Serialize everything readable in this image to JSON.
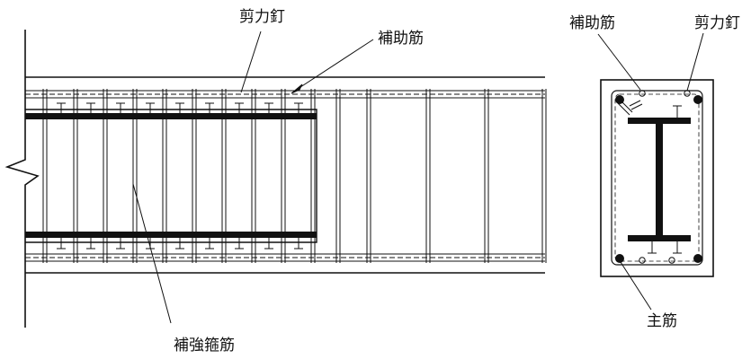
{
  "labels": {
    "shear_stud_elev": "剪力釘",
    "aux_bar_elev": "補助筋",
    "stirrup": "補強箍筋",
    "aux_bar_sec": "補助筋",
    "shear_stud_sec": "剪力釘",
    "main_bar": "主筋"
  }
}
